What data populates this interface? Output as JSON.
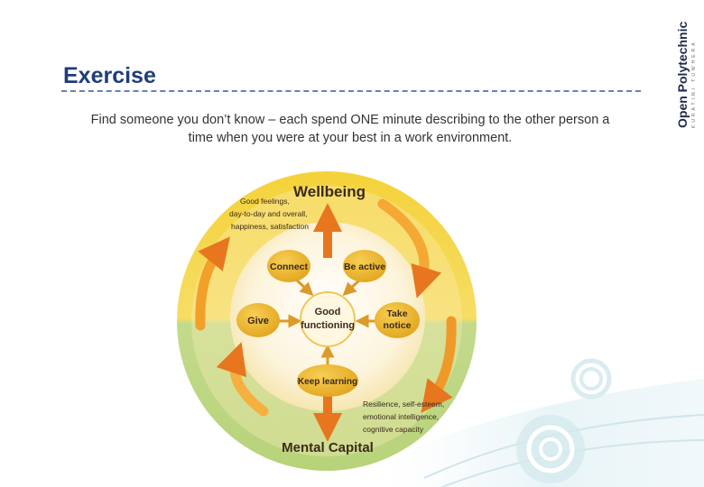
{
  "slide": {
    "title": "Exercise",
    "instruction_line1": "Find someone you don’t know – each spend ONE minute describing to the other person a",
    "instruction_line2": "time when you were at your best in a work environment."
  },
  "logo": {
    "name": "Open Polytechnic",
    "tagline": "KURATINI TUWHERA"
  },
  "diagram": {
    "top_heading": "Wellbeing",
    "top_note": [
      "Good feelings,",
      "day-to-day and overall,",
      "happiness, satisfaction"
    ],
    "bottom_heading": "Mental Capital",
    "bottom_note": [
      "Resilience, self-esteem,",
      "emotional intelligence,",
      "cognitive capacity"
    ],
    "center": [
      "Good",
      "functioning"
    ],
    "nodes": {
      "connect": "Connect",
      "be_active": "Be active",
      "give": "Give",
      "take_notice": [
        "Take",
        "notice"
      ],
      "keep_learning": "Keep learning"
    },
    "colors": {
      "top_ring": "#f4d23a",
      "bottom_ring": "#b7d37a",
      "node": "#e9b328",
      "arrow": "#e8761e"
    }
  }
}
